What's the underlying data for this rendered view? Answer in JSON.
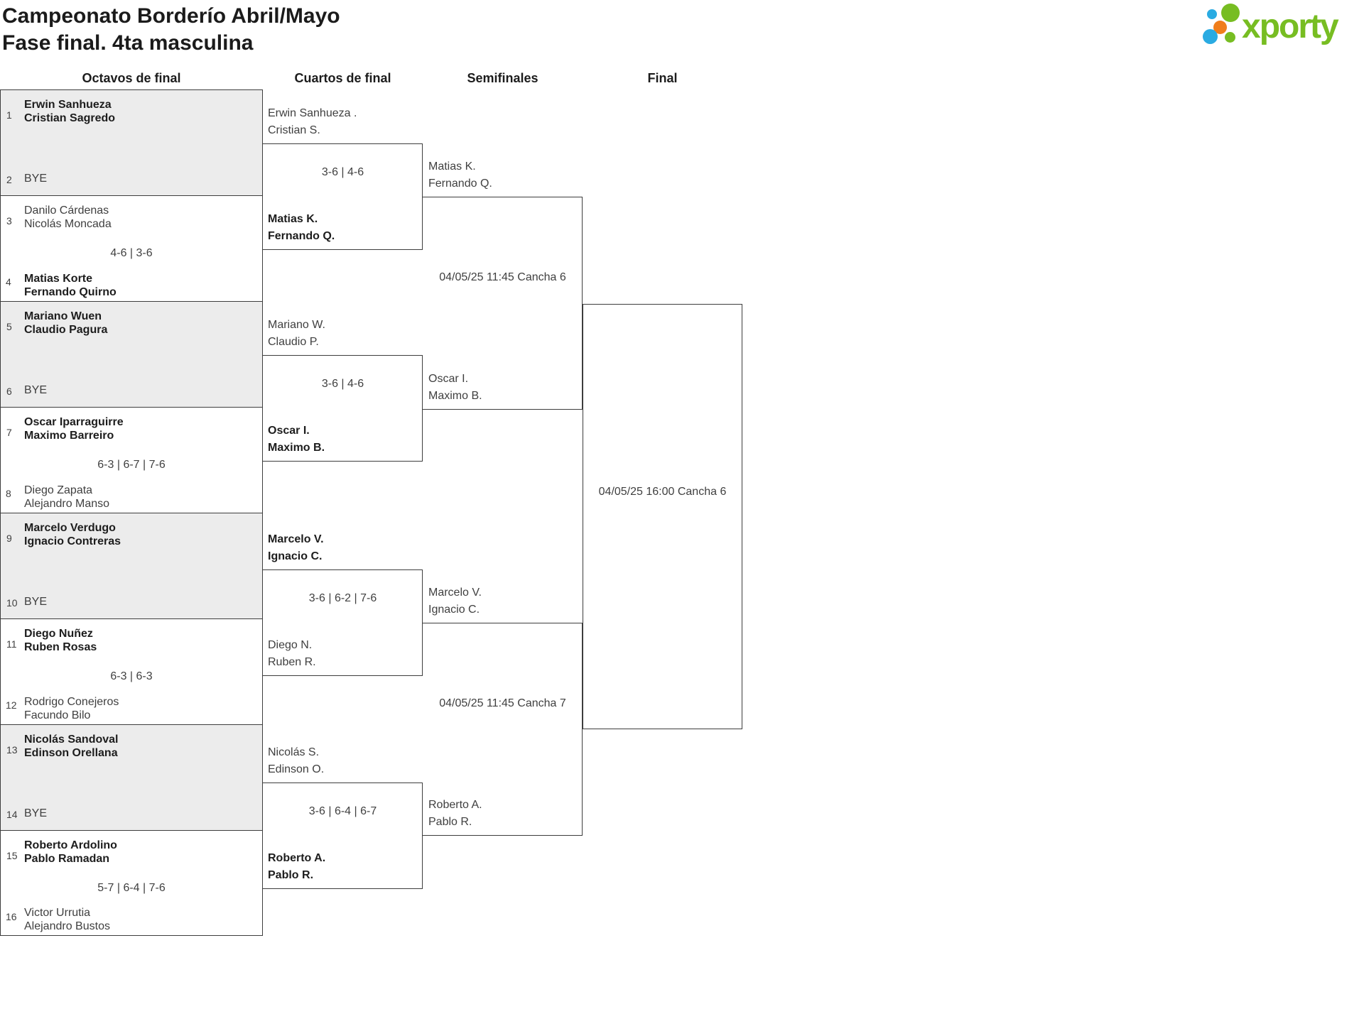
{
  "title": {
    "line1": "Campeonato Borderío Abril/Mayo",
    "line2": "Fase final. 4ta masculina"
  },
  "logo": {
    "brand": "xporty"
  },
  "round_headers": {
    "r16": "Octavos de final",
    "qf": "Cuartos de final",
    "sf": "Semifinales",
    "final": "Final"
  },
  "octavos": [
    {
      "seed_a": "1",
      "team_a": "Erwin Sanhueza\nCristian Sagredo",
      "score": "",
      "seed_b": "2",
      "team_b": "BYE"
    },
    {
      "seed_a": "3",
      "team_a": "Danilo Cárdenas\nNicolás Moncada",
      "score": "4-6 | 3-6",
      "seed_b": "4",
      "team_b": "Matias Korte\nFernando Quirno"
    },
    {
      "seed_a": "5",
      "team_a": "Mariano Wuen\nClaudio Pagura",
      "score": "",
      "seed_b": "6",
      "team_b": "BYE"
    },
    {
      "seed_a": "7",
      "team_a": "Oscar Iparraguirre\nMaximo Barreiro",
      "score": "6-3 | 6-7 | 7-6",
      "seed_b": "8",
      "team_b": "Diego Zapata\nAlejandro Manso"
    },
    {
      "seed_a": "9",
      "team_a": "Marcelo Verdugo\nIgnacio Contreras",
      "score": "",
      "seed_b": "10",
      "team_b": "BYE"
    },
    {
      "seed_a": "11",
      "team_a": "Diego Nuñez\nRuben Rosas",
      "score": "6-3 | 6-3",
      "seed_b": "12",
      "team_b": "Rodrigo Conejeros\nFacundo Bilo"
    },
    {
      "seed_a": "13",
      "team_a": "Nicolás Sandoval\nEdinson Orellana",
      "score": "",
      "seed_b": "14",
      "team_b": "BYE"
    },
    {
      "seed_a": "15",
      "team_a": "Roberto Ardolino\nPablo Ramadan",
      "score": "5-7 | 6-4 | 7-6",
      "seed_b": "16",
      "team_b": "Victor Urrutia\nAlejandro Bustos"
    }
  ],
  "cuartos": [
    {
      "entrant_top": "Erwin Sanhueza .\nCristian S.",
      "score": "3-6 | 4-6",
      "entrant_bottom": "Matias K.\nFernando Q."
    },
    {
      "entrant_top": "Mariano W.\nClaudio P.",
      "score": "3-6 | 4-6",
      "entrant_bottom": "Oscar I.\nMaximo B."
    },
    {
      "entrant_top": "Marcelo V.\nIgnacio C.",
      "score": "3-6 | 6-2 | 7-6",
      "entrant_bottom": "Diego N.\nRuben R."
    },
    {
      "entrant_top": "Nicolás S.\nEdinson O.",
      "score": "3-6 | 6-4 | 6-7",
      "entrant_bottom": "Roberto A.\nPablo R."
    }
  ],
  "semifinales": [
    {
      "entrant_top": "Matias K.\nFernando Q.",
      "schedule": "04/05/25 11:45 Cancha 6",
      "entrant_bottom": "Oscar I.\nMaximo B."
    },
    {
      "entrant_top": "Marcelo V.\nIgnacio C.",
      "schedule": "04/05/25 11:45 Cancha 7",
      "entrant_bottom": "Roberto A.\nPablo R."
    }
  ],
  "final": {
    "schedule": "04/05/25 16:00 Cancha 6"
  },
  "colors": {
    "brand_green": "#77bd22",
    "brand_blue": "#2aabe2",
    "brand_orange": "#f07e1b",
    "bye_fill": "#ececec",
    "line": "#3d3d3d"
  }
}
